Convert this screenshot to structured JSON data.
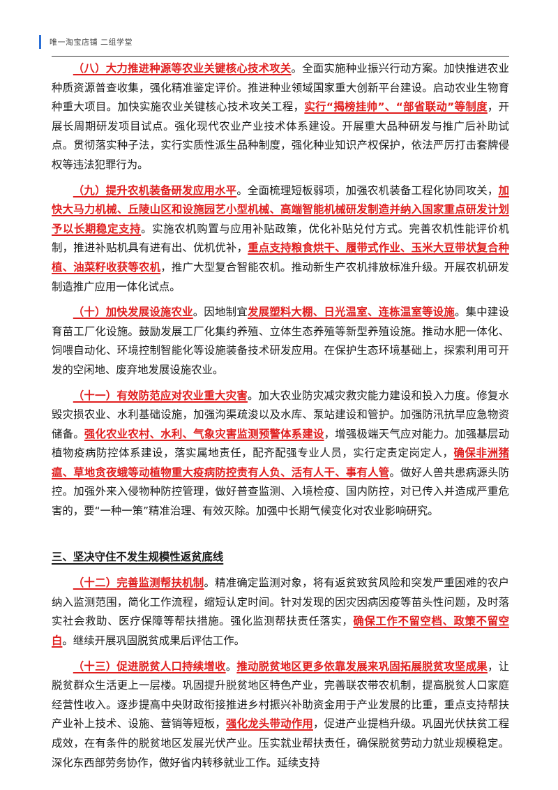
{
  "header": {
    "text": "唯一淘宝店铺   二组学堂"
  },
  "paragraphs": [
    {
      "segments": [
        {
          "text": "（八）大力推进种源等农业关键核心技术攻关",
          "hl": true
        },
        {
          "text": "。全面实施种业振兴行动方案。加快推进农业种质资源普查收集，强化精准鉴定评价。推进种业领域国家重大创新平台建设。启动农业生物育种重大项目。加快实施农业关键核心技术攻关工程，",
          "hl": false
        },
        {
          "text": "实行“揭榜挂帅”、“部省联动”等制度",
          "hl": true
        },
        {
          "text": "，开展长周期研发项目试点。强化现代农业产业技术体系建设。开展重大品种研发与推广后补助试点。贯彻落实种子法，实行实质性派生品种制度，强化种业知识产权保护，依法严厉打击套牌侵权等违法犯罪行为。",
          "hl": false
        }
      ]
    },
    {
      "segments": [
        {
          "text": "（九）提升农机装备研发应用水平",
          "hl": true
        },
        {
          "text": "。全面梳理短板弱项，加强农机装备工程化协同攻关，",
          "hl": false
        },
        {
          "text": "加快大马力机械、丘陵山区和设施园艺小型机械、高端智能机械研发制造并纳入国家重点研发计划予以长期稳定支持",
          "hl": true
        },
        {
          "text": "。实施农机购置与应用补贴政策，优化补贴兑付方式。完善农机性能评价机制，推进补贴机具有进有出、优机优补，",
          "hl": false
        },
        {
          "text": "重点支持粮食烘干、履带式作业、玉米大豆带状复合种植、油菜籽收获等农机",
          "hl": true
        },
        {
          "text": "，推广大型复合智能农机。推动新生产农机排放标准升级。开展农机研发制造推广应用一体化试点。",
          "hl": false
        }
      ]
    },
    {
      "segments": [
        {
          "text": "（十）加快发展设施农业",
          "hl": true
        },
        {
          "text": "。因地制宜",
          "hl": false
        },
        {
          "text": "发展塑料大棚、日光温室、连栋温室等设施",
          "hl": true
        },
        {
          "text": "。集中建设育苗工厂化设施。鼓励发展工厂化集约养殖、立体生态养殖等新型养殖设施。推动水肥一体化、饲喂自动化、环境控制智能化等设施装备技术研发应用。在保护生态环境基础上，探索利用可开发的空闲地、废弃地发展设施农业。",
          "hl": false
        }
      ]
    },
    {
      "segments": [
        {
          "text": "（十一）有效防范应对农业重大灾害",
          "hl": true
        },
        {
          "text": "。加大农业防灾减灾救灾能力建设和投入力度。修复水毁灾损农业、水利基础设施，加强沟渠疏浚以及水库、泵站建设和管护。加强防汛抗旱应急物资储备。",
          "hl": false
        },
        {
          "text": "强化农业农村、水利、气象灾害监测预警体系建设",
          "hl": true
        },
        {
          "text": "，增强极端天气应对能力。加强基层动植物疫病防控体系建设，落实属地责任，配齐配强专业人员，实行定责定岗定人，",
          "hl": false
        },
        {
          "text": "确保非洲猪瘟、草地贪夜蛾等动植物重大疫病防控责有人负、活有人干、事有人管",
          "hl": true
        },
        {
          "text": "。做好人兽共患病源头防控。加强外来入侵物种防控管理，做好普查监测、入境检疫、国内防控，对已传入并造成严重危害的，要“一种一策”精准治理、有效灭除。加强中长期气候变化对农业影响研究。",
          "hl": false
        }
      ]
    }
  ],
  "section": {
    "title": "三、坚决守住不发生规模性返贫底线"
  },
  "paragraphs2": [
    {
      "segments": [
        {
          "text": "（十二）完善监测帮扶机制",
          "hl": true
        },
        {
          "text": "。精准确定监测对象，将有返贫致贫风险和突发严重困难的农户纳入监测范围，简化工作流程，缩短认定时间。针对发现的因灾因病因疫等苗头性问题，及时落实社会救助、医疗保障等帮扶措施。强化监测帮扶责任落实，",
          "hl": false
        },
        {
          "text": "确保工作不留空档、政策不留空白",
          "hl": true
        },
        {
          "text": "。继续开展巩固脱贫成果后评估工作。",
          "hl": false
        }
      ]
    },
    {
      "segments": [
        {
          "text": "（十三）促进脱贫人口持续增收",
          "hl": true
        },
        {
          "text": "。",
          "hl": false
        },
        {
          "text": "推动脱贫地区更多依靠发展来巩固拓展脱贫攻坚成果",
          "hl": true
        },
        {
          "text": "，让脱贫群众生活更上一层楼。巩固提升脱贫地区特色产业，完善联农带农机制，提高脱贫人口家庭经营性收入。逐步提高中央财政衔接推进乡村振兴补助资金用于产业发展的比重，重点支持帮扶产业补上技术、设施、营销等短板，",
          "hl": false
        },
        {
          "text": "强化龙头带动作用",
          "hl": true
        },
        {
          "text": "，促进产业提档升级。巩固光伏扶贫工程成效，在有条件的脱贫地区发展光伏产业。压实就业帮扶责任，确保脱贫劳动力就业规模稳定。深化东西部劳务协作，做好省内转移就业工作。延续支持",
          "hl": false
        }
      ]
    }
  ]
}
